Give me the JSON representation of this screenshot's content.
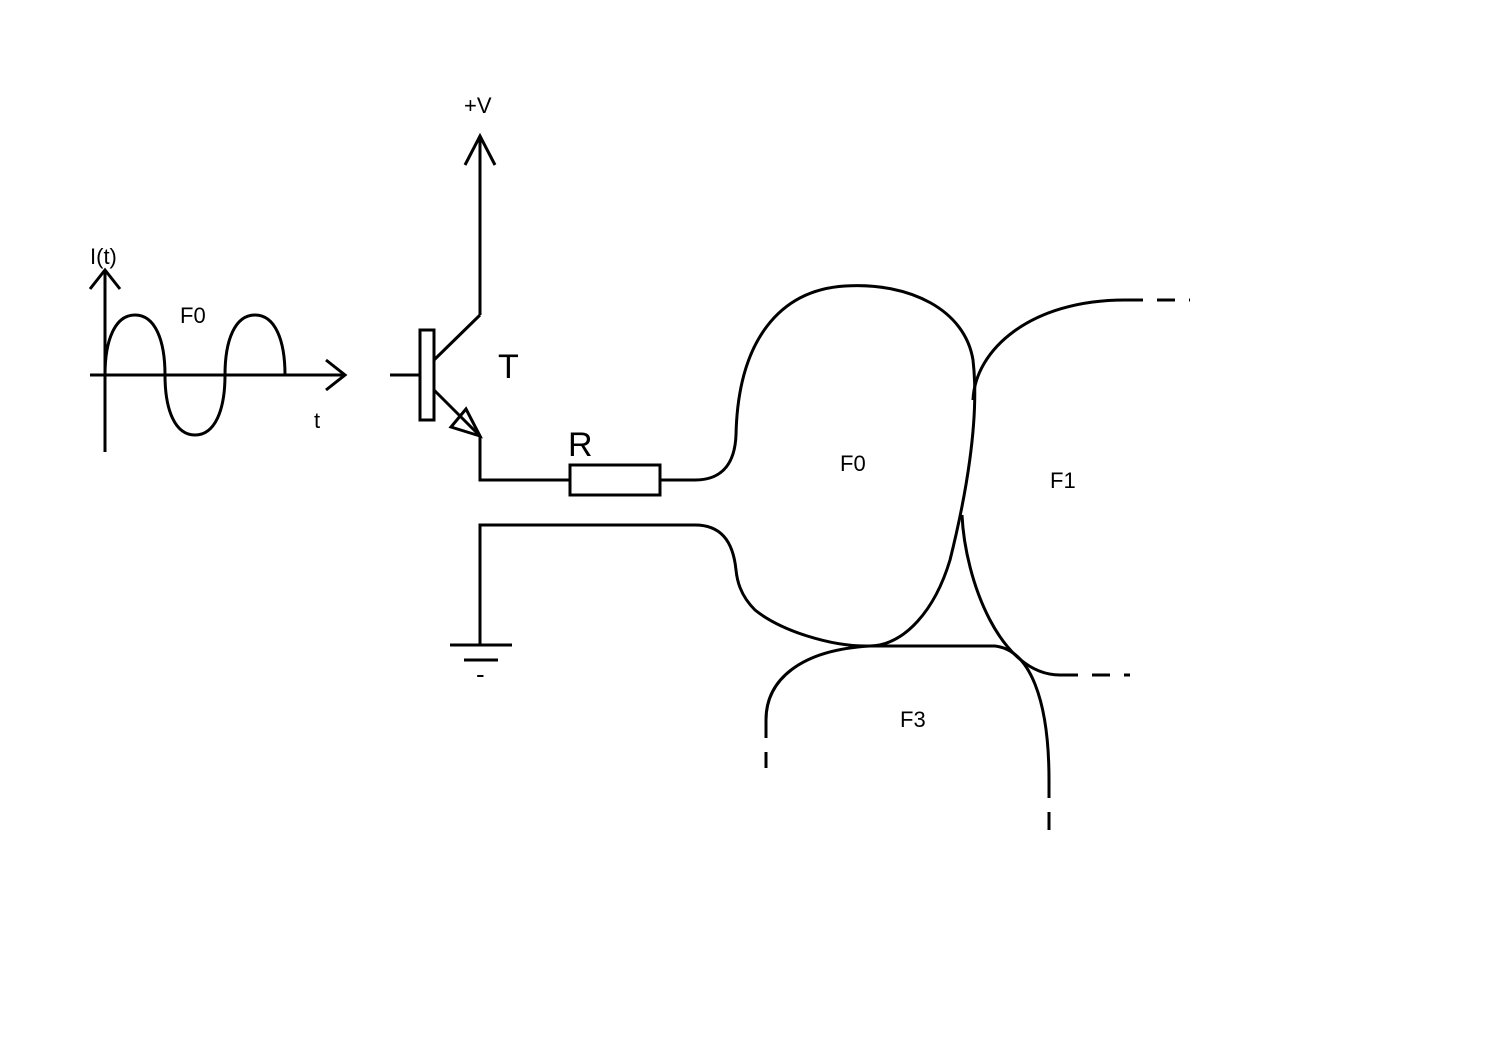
{
  "colors": {
    "ink": "#000000",
    "background": "#ffffff"
  },
  "signal_graph": {
    "ylabel": "I(t)",
    "xlabel": "t",
    "frequency_label": "F0"
  },
  "circuit": {
    "supply_label": "+V",
    "transistor_label": "T",
    "resistor_label": "R",
    "ground_symbol": "-"
  },
  "regions": {
    "main_label": "F0",
    "right_label": "F1",
    "bottom_label": "F3"
  }
}
